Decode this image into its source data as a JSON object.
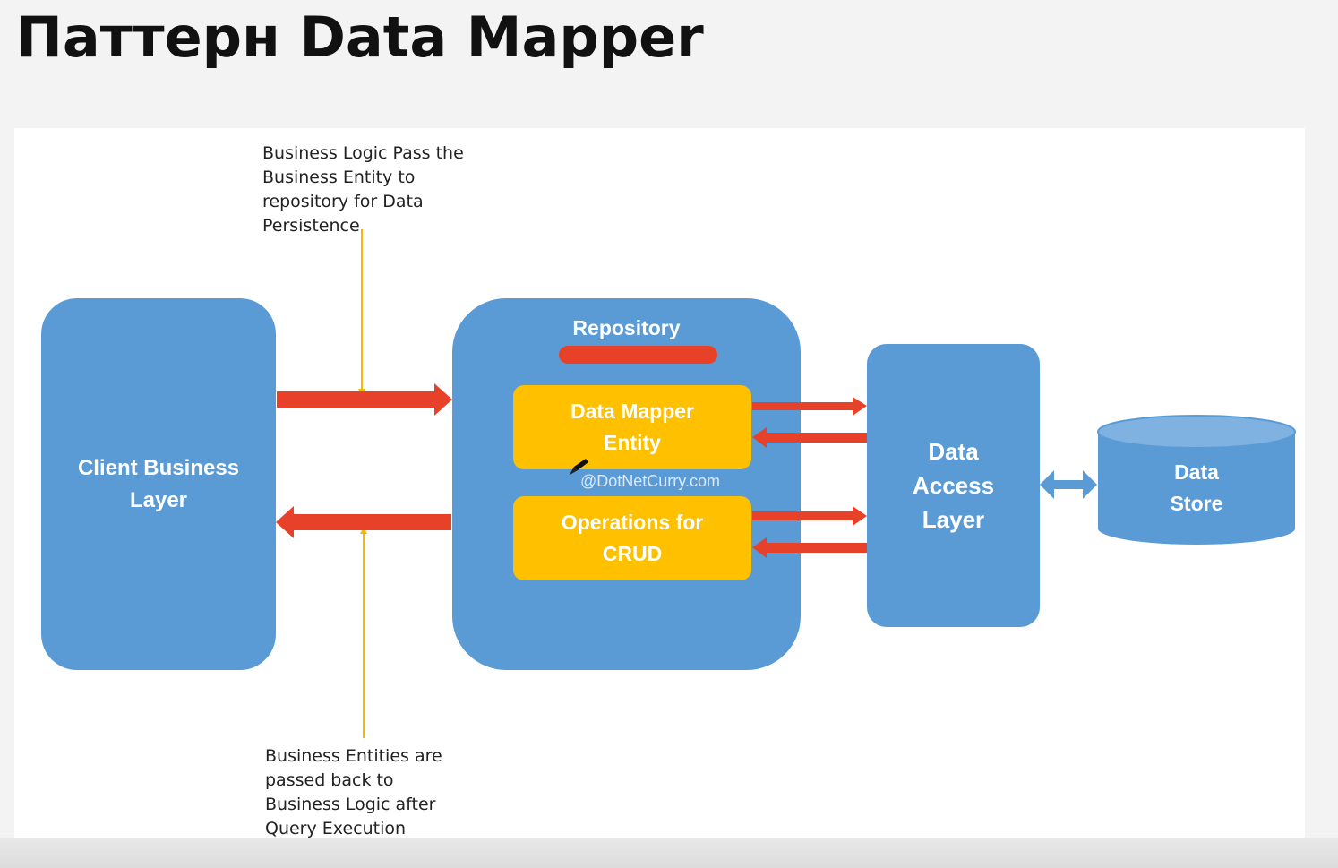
{
  "title": "Паттерн Data Mapper",
  "diagram": {
    "client_layer": {
      "lines": [
        "Client Business",
        "Layer"
      ]
    },
    "repository": {
      "label": "Repository",
      "mapper_entity": {
        "lines": [
          "Data Mapper",
          "Entity"
        ]
      },
      "crud_operations": {
        "lines": [
          "Operations for",
          "CRUD"
        ]
      }
    },
    "data_access_layer": {
      "lines": [
        "Data",
        "Access",
        "Layer"
      ]
    },
    "data_store": {
      "lines": [
        "Data",
        "Store"
      ]
    },
    "notes": {
      "top": [
        "Business Logic Pass the",
        "Business Entity to",
        "repository for Data",
        "Persistence"
      ],
      "bottom": [
        "Business Entities are",
        "passed back to",
        "Business Logic after",
        "Query Execution"
      ]
    },
    "watermark": "@DotNetCurry.com"
  },
  "colors": {
    "box_blue": "#5b9bd5",
    "inner_yellow": "#ffc000",
    "arrow_red": "#e8412a",
    "leader_orange": "#f5b800"
  }
}
